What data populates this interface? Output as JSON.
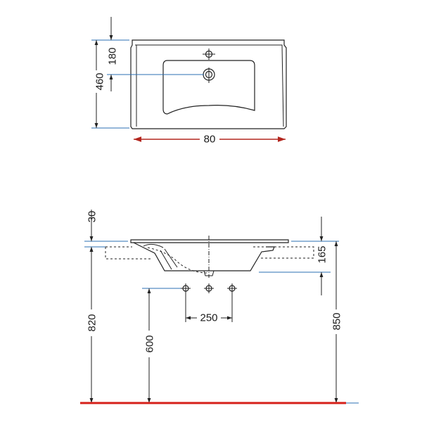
{
  "top_view": {
    "depth_total": "460",
    "tap_offset": "180",
    "width": "80"
  },
  "side_view": {
    "top_thickness": "30",
    "bowl_depth": "165",
    "counter_height": "820",
    "floor_to_top": "850",
    "drain_height": "600",
    "pipe_spacing": "250"
  },
  "colors": {
    "dimension_line": "#2b6fb3",
    "floor_line": "#d6201a",
    "arrow_red": "#b3261e"
  }
}
